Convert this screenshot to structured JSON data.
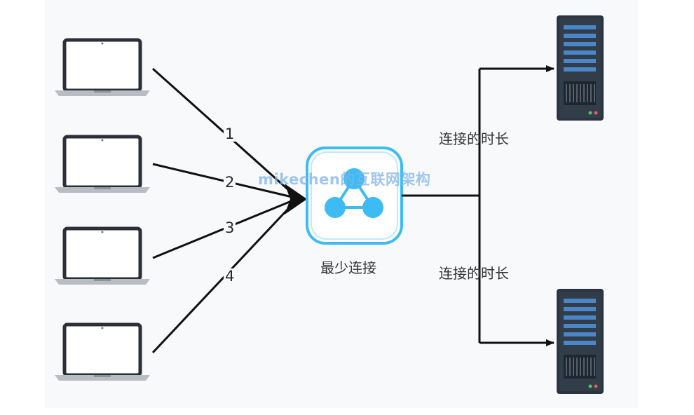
{
  "balancer": {
    "label": "最少连接"
  },
  "edges": [
    {
      "label": "1"
    },
    {
      "label": "2"
    },
    {
      "label": "3"
    },
    {
      "label": "4"
    }
  ],
  "server_links": [
    {
      "label": "连接的时长"
    },
    {
      "label": "连接的时长"
    }
  ],
  "watermark": "mikechen的互联网架构",
  "icons": {
    "client": "laptop-icon",
    "balancer": "share-nodes-icon",
    "server": "server-rack-icon"
  },
  "colors": {
    "line": "#111111",
    "laptop_frame": "#2c2f3a",
    "laptop_base": "#b9bcc2",
    "balancer_accent": "#3cbcf2",
    "server_body": "#2b3440",
    "server_stripe": "#4a86c8"
  }
}
